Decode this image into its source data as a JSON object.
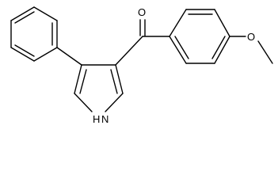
{
  "molecule": {
    "atoms": {
      "carbonyl_oxygen": "O",
      "methoxy_oxygen": "O",
      "pyrrole_nitrogen": "H"
    },
    "nitrogen_label": "N"
  }
}
